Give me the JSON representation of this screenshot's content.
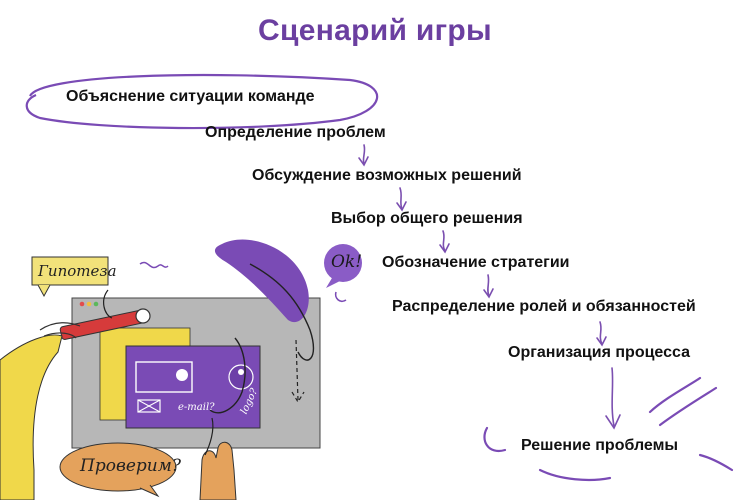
{
  "title": "Сценарий игры",
  "steps": [
    "Объяснение ситуации команде",
    "Определение проблем",
    "Обсуждение возможных решений",
    "Выбор общего решения",
    "Обозначение стратегии",
    "Распределение ролей и обязанностей",
    "Организация процесса",
    "Решение проблемы"
  ],
  "illustration": {
    "note_hypothesis": "Гипотеза",
    "note_ok": "Ok!",
    "note_check": "Проверим?",
    "label_email": "e-mail?",
    "label_logo": "logo?"
  },
  "colors": {
    "accent": "#6b3fa0",
    "purple": "#7a4bb5",
    "arrow": "#7b4fb0",
    "yellow": "#f0d84a",
    "orange": "#e4a25c",
    "grey": "#b7b7b7"
  }
}
